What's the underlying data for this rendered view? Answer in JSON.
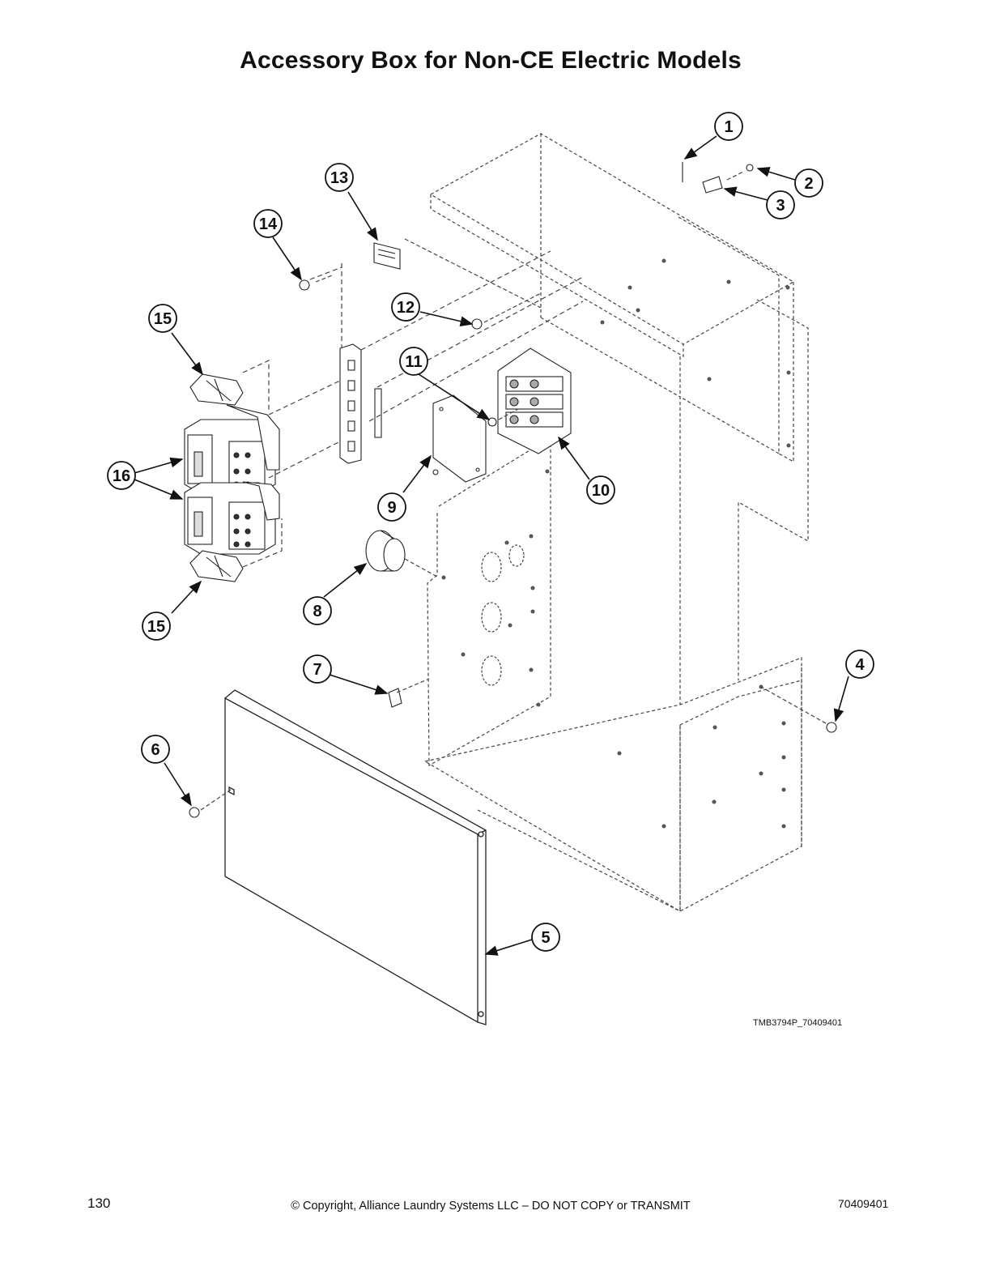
{
  "page": {
    "title": "Accessory Box for Non-CE Electric Models",
    "figure_id": "TMB3794P_70409401",
    "page_number": "130",
    "copyright": "© Copyright, Alliance Laundry Systems LLC – DO NOT COPY or TRANSMIT",
    "doc_number": "70409401"
  },
  "callouts": [
    "1",
    "2",
    "3",
    "4",
    "5",
    "6",
    "7",
    "8",
    "9",
    "10",
    "11",
    "12",
    "13",
    "14",
    "15",
    "15",
    "16"
  ],
  "colors": {
    "line": "#222222",
    "dash": "#444444"
  }
}
